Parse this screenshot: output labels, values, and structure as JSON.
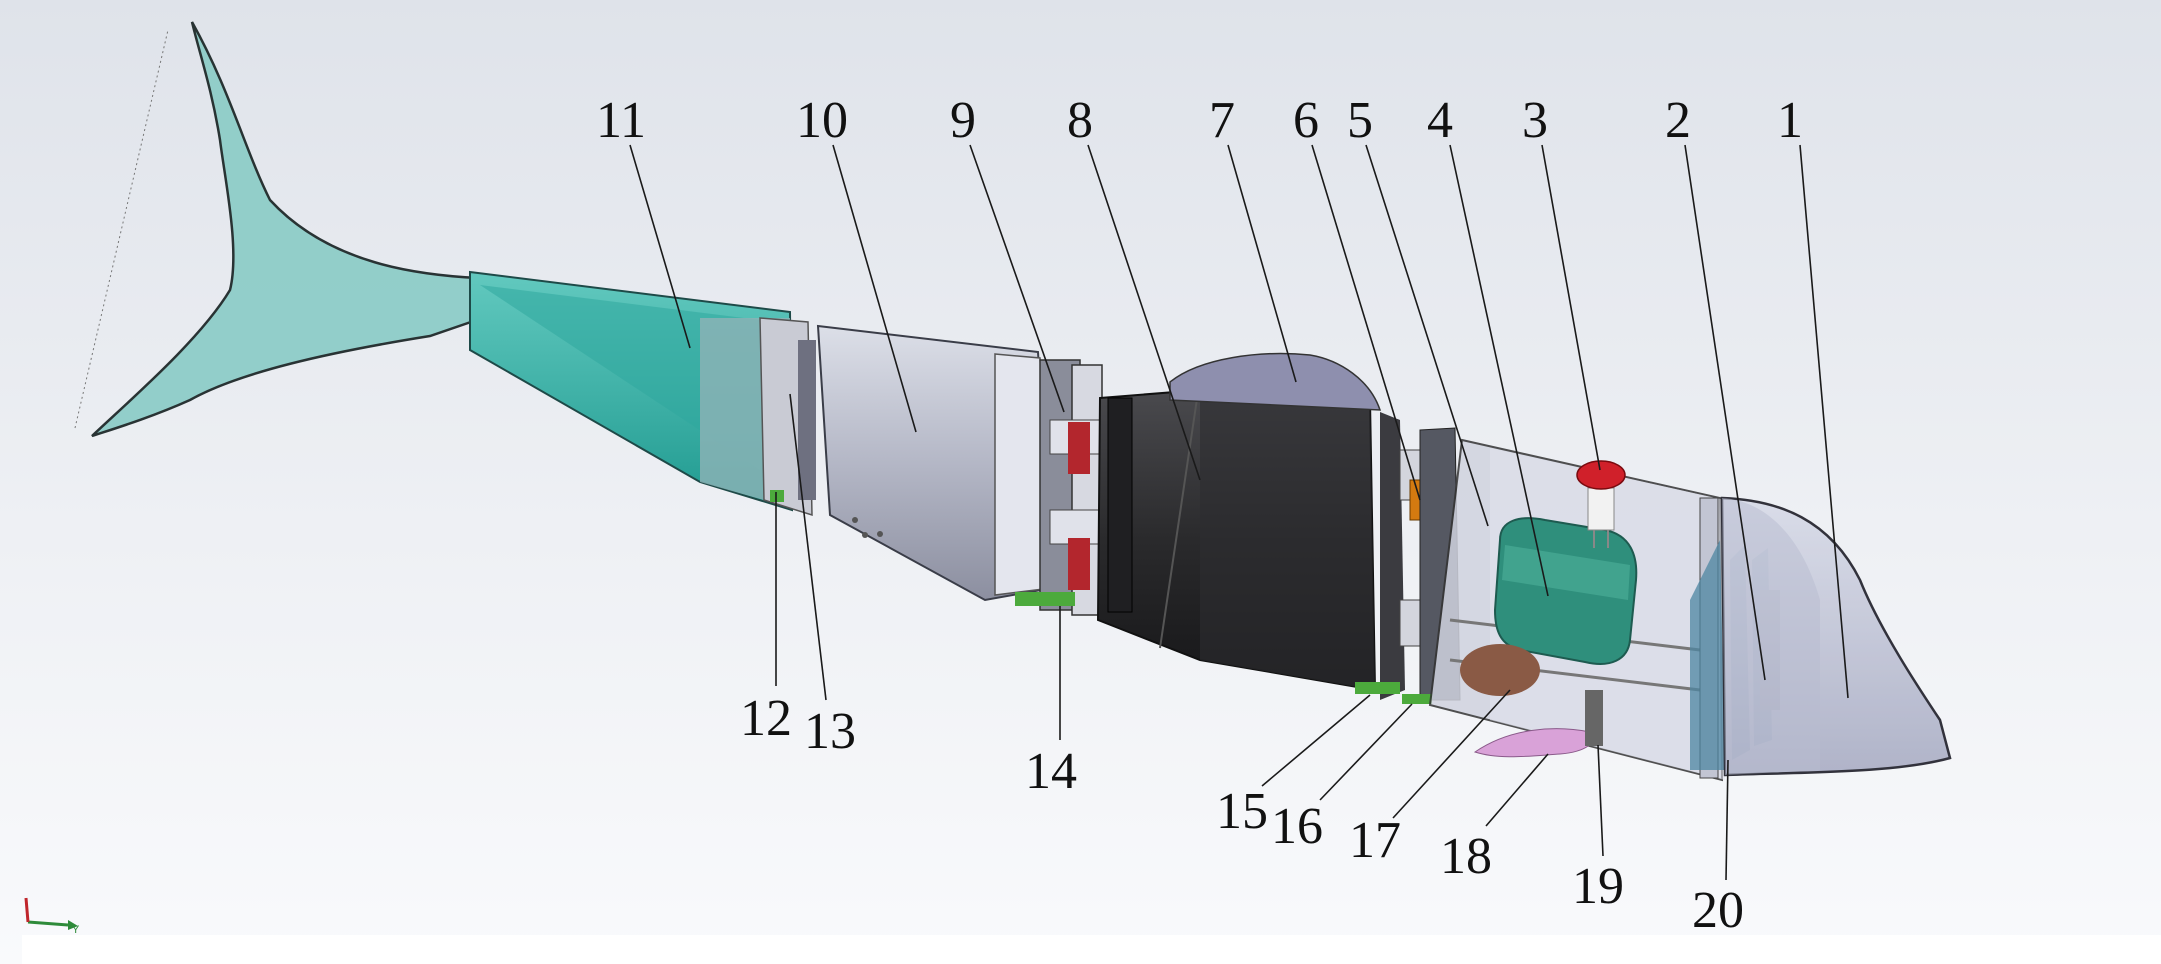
{
  "diagram": {
    "callouts": [
      {
        "id": "c1",
        "label": "1"
      },
      {
        "id": "c2",
        "label": "2"
      },
      {
        "id": "c3",
        "label": "3"
      },
      {
        "id": "c4",
        "label": "4"
      },
      {
        "id": "c5",
        "label": "5"
      },
      {
        "id": "c6",
        "label": "6"
      },
      {
        "id": "c7",
        "label": "7"
      },
      {
        "id": "c8",
        "label": "8"
      },
      {
        "id": "c9",
        "label": "9"
      },
      {
        "id": "c10",
        "label": "10"
      },
      {
        "id": "c11",
        "label": "11"
      },
      {
        "id": "c12",
        "label": "12"
      },
      {
        "id": "c13",
        "label": "13"
      },
      {
        "id": "c14",
        "label": "14"
      },
      {
        "id": "c15",
        "label": "15"
      },
      {
        "id": "c16",
        "label": "16"
      },
      {
        "id": "c17",
        "label": "17"
      },
      {
        "id": "c18",
        "label": "18"
      },
      {
        "id": "c19",
        "label": "19"
      },
      {
        "id": "c20",
        "label": "20"
      }
    ],
    "axis_triad": {
      "y_label": "Y"
    },
    "colors": {
      "background_top": "#dfe3ea",
      "background_bottom": "#f9fafc",
      "tail_fin": "#8ecdc8",
      "tail_cone": "#3fb8ae",
      "silver_shell": "#b9bccb",
      "black_motor": "#2a2a2c",
      "head_transparent": "#c9cddd",
      "battery_teal": "#2f8f7c",
      "red_button": "#d0202a",
      "pink_part": "#d9a2d8",
      "orange_part": "#d47a10",
      "green_parts": "#4caa3c",
      "red_servo": "#b3262d"
    }
  }
}
